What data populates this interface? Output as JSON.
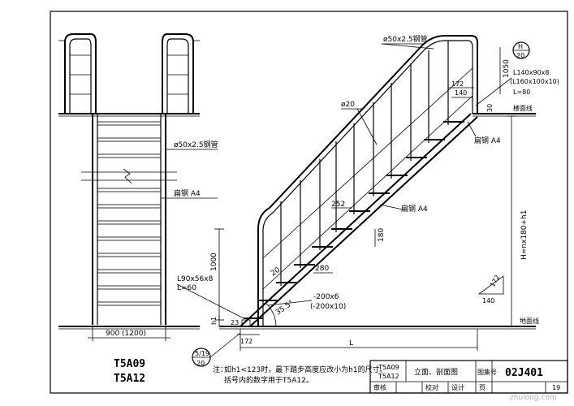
{
  "left_view": {
    "pipe_label": "ø50x2.5钢管",
    "flat_steel_label": "扁钢 A4",
    "width_label": "900 (1200)",
    "codes": [
      "T5A09",
      "T5A12"
    ]
  },
  "right_view": {
    "handrail_pipe_label": "ø50x2.5钢管",
    "bar_label": "ø20",
    "flat_steel_a4": "扁钢 A4",
    "flat_steel_a4_right": "扁钢 A4",
    "tread_w": "252",
    "riser_h": "180",
    "going": "280",
    "rail_h": "1000",
    "bottom_angle_lines": [
      "L90x56x8",
      "L=60"
    ],
    "flat_plate_lines": [
      "-200x6",
      "(-200x10)"
    ],
    "angle_deg": "35.5°",
    "dim_20": "20",
    "h1_label": "h1",
    "dim_23": "23",
    "dim_172_bottom": "172",
    "length_L": "L",
    "top_angle_lines": [
      "L140x90x8",
      "(L160x100x10)",
      "L=80"
    ],
    "top_1050": "1050",
    "top_172": "172",
    "top_140": "140",
    "top_30": "30",
    "floor_top": "楼面线",
    "floor_bottom": "地面线",
    "height_formula": "H=nx180+h1",
    "slope_172": "172",
    "slope_140": "140",
    "detail_top": [
      "H",
      "20"
    ],
    "detail_bottom": [
      "5/19",
      "20"
    ]
  },
  "notes": {
    "prefix": "注：",
    "line1": "如h1<123时，最下踏步高度应改小为h1的尺寸。",
    "line2": "括号内的数字用于T5A12。"
  },
  "title_block": {
    "codes": [
      "T5A09",
      "T5A12"
    ],
    "title": "立面、剖面图",
    "atlas_label": "图集号",
    "atlas_number": "02J401",
    "page_label": "页",
    "page_number": "19",
    "sig_labels": [
      "审核",
      "校对",
      "设计"
    ]
  },
  "watermark": "zhulong.com"
}
